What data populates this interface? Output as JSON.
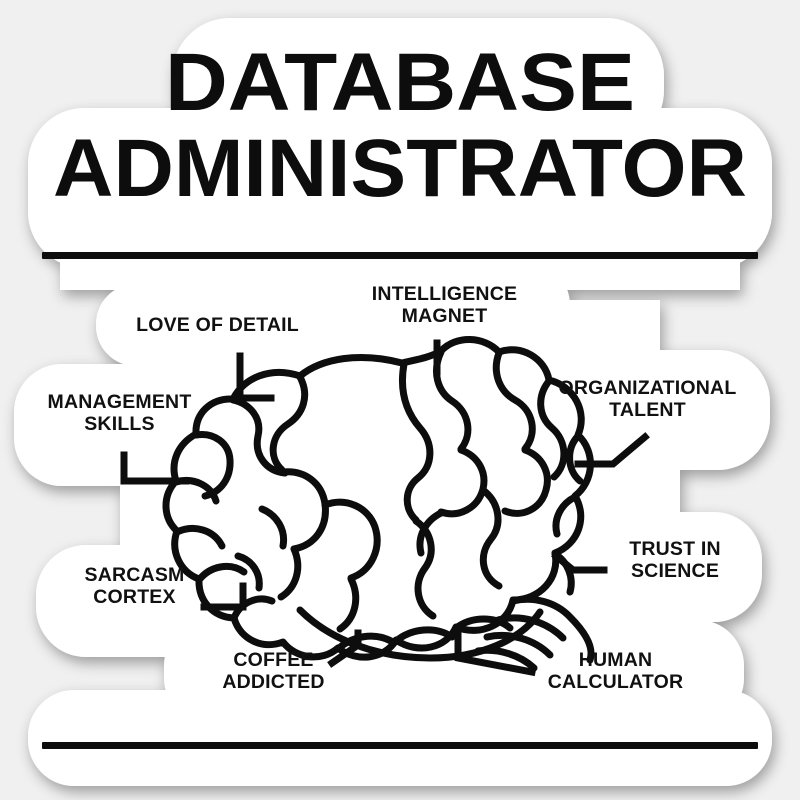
{
  "sticker": {
    "background_color": "#f0f0f0",
    "sticker_fill": "#ffffff",
    "ink_color": "#0d0d0d",
    "title": {
      "line_1": "DATABASE",
      "line_2": "ADMINISTRATOR"
    },
    "rules": {
      "top": "horizontal-rule",
      "bottom": "horizontal-rule"
    },
    "illustration": {
      "name": "brain-line-art",
      "description": "human brain outline with gyri folds and cerebellum"
    },
    "labels": [
      {
        "id": "love-of-detail",
        "text": "LOVE OF DETAIL"
      },
      {
        "id": "intelligence-magnet",
        "text": "INTELLIGENCE\nMAGNET"
      },
      {
        "id": "organizational-talent",
        "text": "ORGANIZATIONAL\nTALENT"
      },
      {
        "id": "management-skills",
        "text": "MANAGEMENT\nSKILLS"
      },
      {
        "id": "trust-in-science",
        "text": "TRUST IN\nSCIENCE"
      },
      {
        "id": "sarcasm-cortex",
        "text": "SARCASM\nCORTEX"
      },
      {
        "id": "coffee-addicted",
        "text": "COFFEE\nADDICTED"
      },
      {
        "id": "human-calculator",
        "text": "HUMAN\nCALCULATOR"
      }
    ]
  }
}
